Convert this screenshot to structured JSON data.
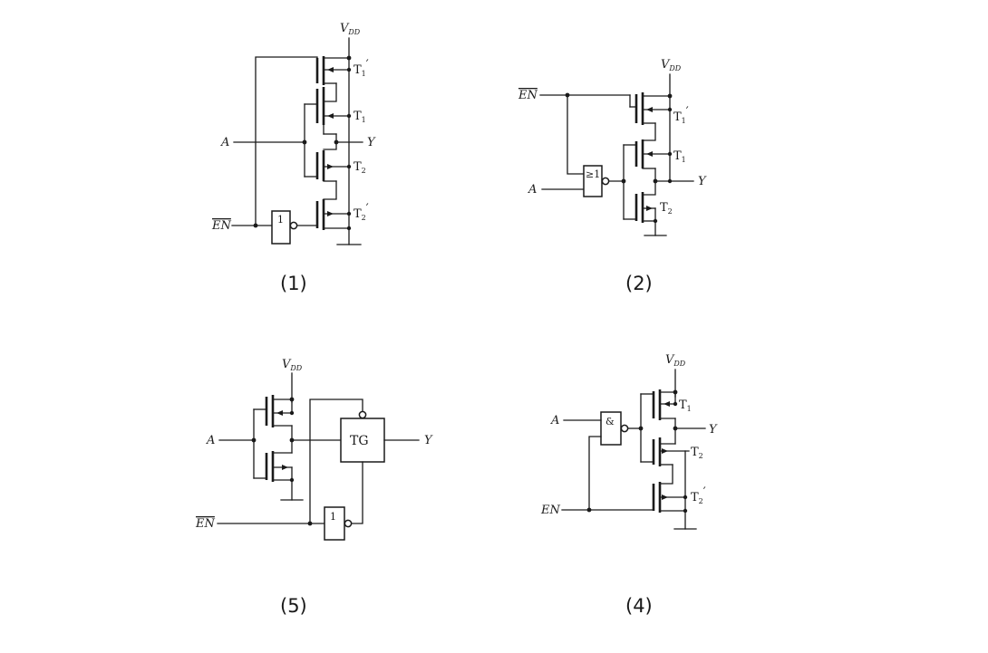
{
  "colors": {
    "ink": "#1a1a1a",
    "background": "#ffffff"
  },
  "common": {
    "vdd_main": "V",
    "vdd_sub": "DD",
    "out_Y": "Y",
    "in_A": "A",
    "en_bar": "EN",
    "en": "EN",
    "t_letter": "T",
    "sub_1": "1",
    "sub_2": "2",
    "prime": "′"
  },
  "gates": {
    "not": "1",
    "nor": "≥1",
    "nand": "&",
    "tg": "TG"
  },
  "captions": {
    "c1": "(1)",
    "c2": "(2)",
    "c5": "(5)",
    "c4": "(4)"
  }
}
